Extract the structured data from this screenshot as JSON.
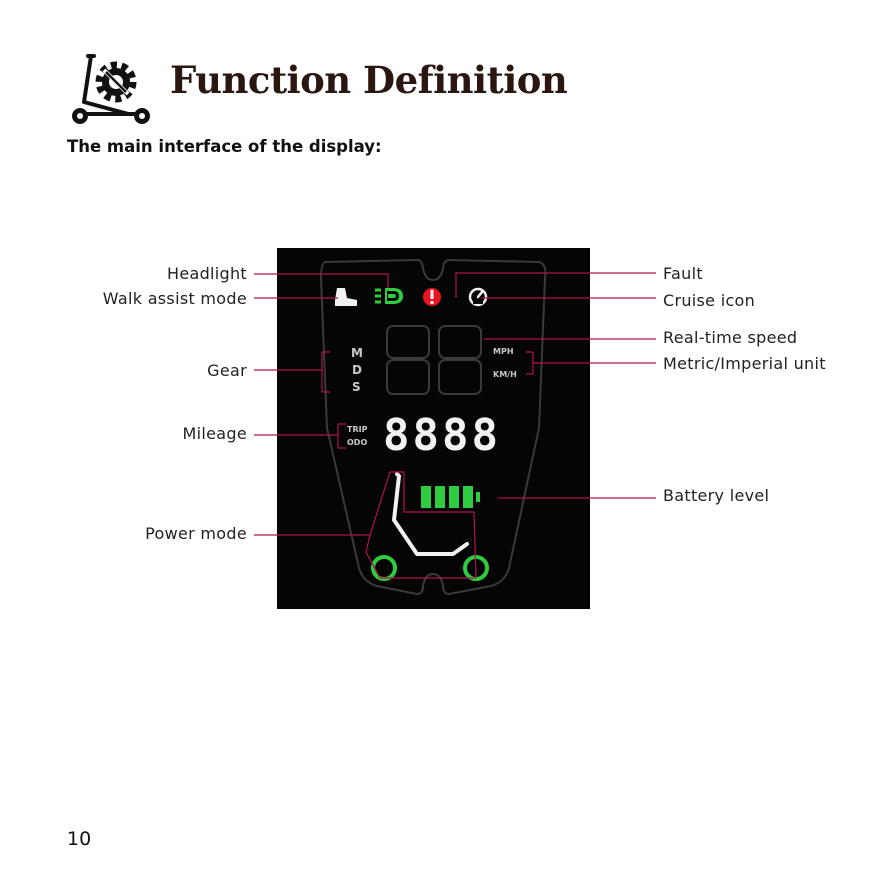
{
  "header": {
    "title": "Function Definition",
    "subtitle": "The main interface of the display:",
    "icon": "scooter-gear-icon"
  },
  "labels": {
    "headlight": "Headlight",
    "walk_assist": "Walk assist mode",
    "gear": "Gear",
    "mileage": "Mileage",
    "power_mode": "Power mode",
    "fault": "Fault",
    "cruise": "Cruise icon",
    "speed": "Real-time speed",
    "unit": "Metric/Imperial unit",
    "battery": "Battery level"
  },
  "display": {
    "gear_letters": [
      "M",
      "D",
      "S"
    ],
    "units": [
      "MPH",
      "KM/H"
    ],
    "mileage_modes": [
      "TRIP",
      "ODO"
    ],
    "mileage_digits": "8888",
    "battery_bars": 4,
    "colors": {
      "green": "#2ecc40",
      "red": "#e8141f",
      "white": "#f2f2f2",
      "segment_dim": "#3a3a3a",
      "leader": "#b0134a"
    }
  },
  "page_number": "10"
}
